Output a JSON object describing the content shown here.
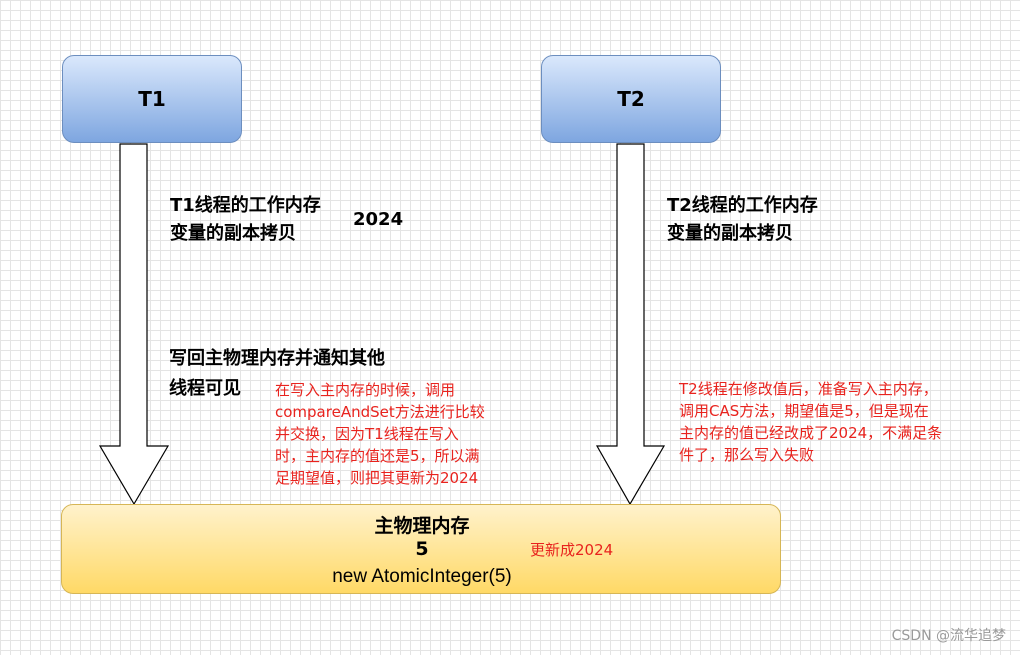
{
  "threads": {
    "t1": {
      "label": "T1"
    },
    "t2": {
      "label": "T2"
    }
  },
  "t1_copy_label": {
    "line1": "T1线程的工作内存",
    "line2": "变量的副本拷贝"
  },
  "t1_copy_value": "2024",
  "t2_copy_label": {
    "line1": "T2线程的工作内存",
    "line2": "变量的副本拷贝"
  },
  "t1_writeback_label": {
    "line1": "写回主物理内存并通知其他",
    "line2": "线程可见"
  },
  "t1_note": {
    "lines": [
      "在写入主内存的时候，调用",
      "compareAndSet方法进行比较",
      "并交换，因为T1线程在写入",
      "时，主内存的值还是5，所以满",
      "足期望值，则把其更新为2024"
    ]
  },
  "t2_note": {
    "lines": [
      "T2线程在修改值后，准备写入主内存，",
      "调用CAS方法，期望值是5，但是现在",
      "主内存的值已经改成了2024，不满足条",
      "件了，那么写入失败"
    ]
  },
  "main_memory": {
    "title": "主物理内存",
    "value": "5",
    "code": "new AtomicInteger(5)",
    "update_note": "更新成2024"
  },
  "watermark": "CSDN @流华追梦",
  "colors": {
    "thread_fill_top": "#dae8fc",
    "thread_fill_bottom": "#7ea6e0",
    "thread_border": "#6c8ebf",
    "memory_fill_top": "#fff2cc",
    "memory_fill_bottom": "#ffd966",
    "memory_border": "#d6b656",
    "note_red": "#e8231e"
  }
}
